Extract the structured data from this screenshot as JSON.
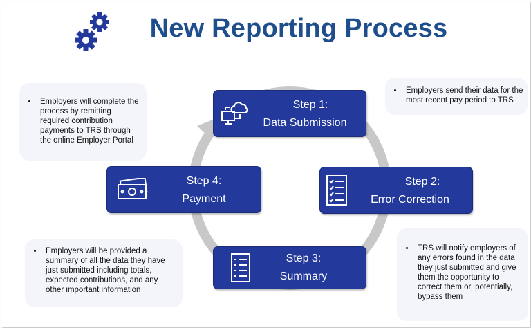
{
  "title": "New Reporting Process",
  "steps": [
    {
      "step": "Step 1:",
      "name": "Data Submission",
      "icon": "cloud-computer-icon"
    },
    {
      "step": "Step 2:",
      "name": "Error Correction",
      "icon": "checklist-icon"
    },
    {
      "step": "Step 3:",
      "name": "Summary",
      "icon": "list-document-icon"
    },
    {
      "step": "Step 4:",
      "name": "Payment",
      "icon": "money-icon"
    }
  ],
  "notes": {
    "top_left": "Employers will complete the process by remitting required contribution payments to TRS through the online Employer Portal",
    "top_right": "Employers send their data for the most recent pay period to TRS",
    "bottom_left": "Employers will be provided a summary of all the data they have just submitted including totals, expected contributions, and any other important information",
    "bottom_right": "TRS will notify employers of any errors found in the data they just submitted  and give them the opportunity to correct them or, potentially, bypass them"
  },
  "colors": {
    "title": "#1f4e8c",
    "step_fill": "#23399c",
    "ring": "#c8c8c8",
    "note_bg": "#f4f5fa"
  }
}
